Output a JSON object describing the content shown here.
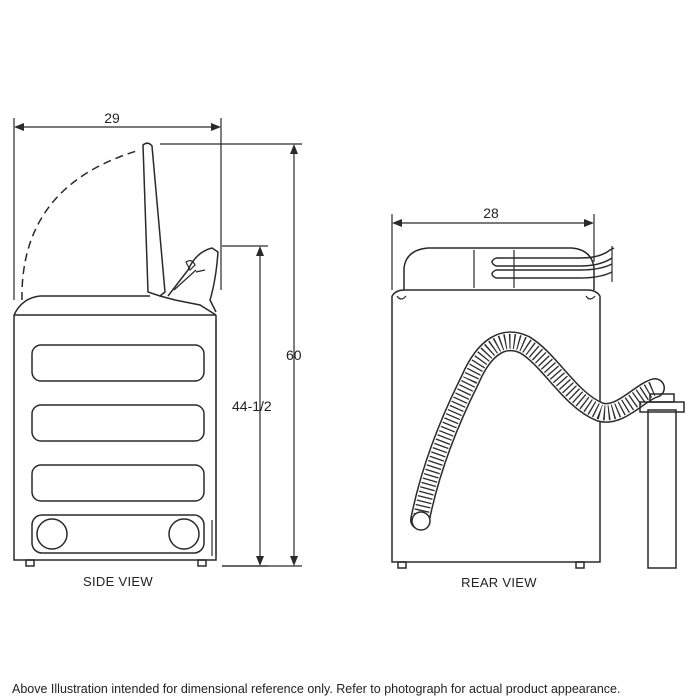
{
  "dimensions": {
    "side_width": "29",
    "side_height_closed": "44-1/2",
    "side_height_open": "60",
    "rear_width": "28"
  },
  "labels": {
    "side_view": "SIDE VIEW",
    "rear_view": "REAR VIEW"
  },
  "footnote": "Above Illustration intended for dimensional reference only. Refer to photograph for actual product appearance."
}
